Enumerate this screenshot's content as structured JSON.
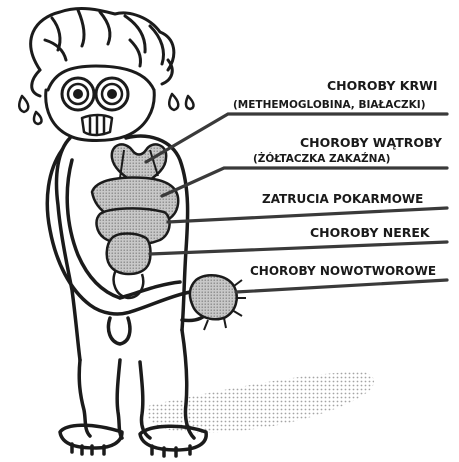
{
  "labels": [
    {
      "id": "blood",
      "lines": [
        "CHOROBY KRWI",
        "(METHEMOGLOBINA, BIAŁACZKI)"
      ]
    },
    {
      "id": "liver",
      "lines": [
        "CHOROBY WĄTROBY",
        "(ŻÓŁTACZKA ZAKAŹNA)"
      ]
    },
    {
      "id": "food",
      "lines": [
        "ZATRUCIA POKARMOWE"
      ]
    },
    {
      "id": "kidney",
      "lines": [
        "CHOROBY NEREK"
      ]
    },
    {
      "id": "cancer",
      "lines": [
        "CHOROBY NOWOTWOROWE"
      ]
    }
  ],
  "colors": {
    "ink": "#1b1b1b",
    "line": "#3a3a3a",
    "organ": "#bfbfbf",
    "shadow": "#cfcfcf",
    "paper": "#ffffff"
  }
}
